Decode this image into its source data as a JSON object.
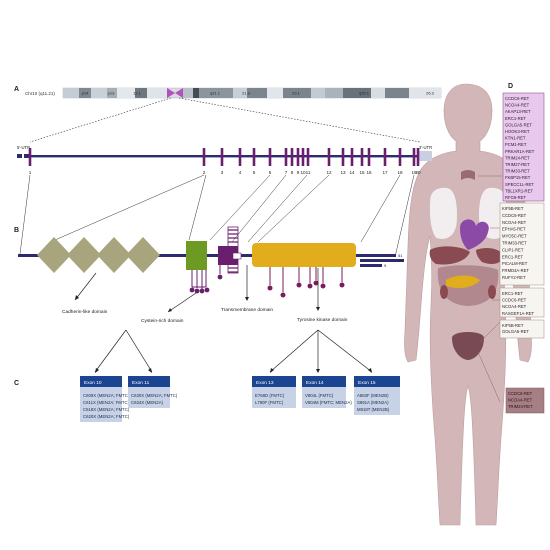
{
  "panels": {
    "a": "A",
    "b": "B",
    "c": "C",
    "d": "D"
  },
  "chromosome": {
    "label": "Chr10 (q11.21)",
    "bands": [
      "p14",
      "p13",
      "12.1",
      "q21.1",
      "21.3",
      "23.1",
      "q25.1",
      "26.3"
    ]
  },
  "gene": {
    "utr5": "5'-UTR",
    "utr3": "3'-UTR",
    "exons": [
      "1",
      "2",
      "3",
      "4",
      "5",
      "6",
      "7",
      "8",
      "9",
      "10",
      "11",
      "12",
      "13",
      "14",
      "15",
      "16",
      "17",
      "18",
      "19",
      "20"
    ]
  },
  "isoforms": [
    "51",
    "43",
    "9"
  ],
  "domains": {
    "cadherin": "Cadherin-like domain",
    "cysteine": "Cystein-rich domain",
    "transmembrane": "Transmembrane domain",
    "kinase": "Tyrosine kinase domain"
  },
  "exon_boxes": [
    {
      "title": "Exon 10",
      "lines": [
        "C609X (MEN2A; FMTC)",
        "C611X (MEN2A; FMTC)",
        "C618X (MEN2A; FMTC)",
        "C620X (MEN2A; FMTC)"
      ]
    },
    {
      "title": "Exon 11",
      "lines": [
        "C630X (MEN2A; FMTC)",
        "C634X (MEN2A)"
      ]
    },
    {
      "title": "Exon 13",
      "lines": [
        "E768D (FMTC)",
        "L790F (FMTC)"
      ]
    },
    {
      "title": "Exon 14",
      "lines": [
        "V804L (FMTC)",
        "V804M (FMTC; MEN2A)"
      ]
    },
    {
      "title": "Exon 15",
      "lines": [
        "A883F (MEN2B)",
        "S891A (MEN2A)",
        "M918T (MEN2B)"
      ]
    }
  ],
  "fusion_boxes": [
    {
      "items": [
        "CCDC6-RET",
        "NCOA4-RET",
        "AKAP13-RET",
        "ERC1-RET",
        "GOLGA5-RET",
        "HOOK3-RET",
        "KTN1-RET",
        "PCM1-RET",
        "PRKAR1A-RET",
        "TRIM24-RET",
        "TRIM27-RET",
        "TRIM33-RET",
        "FKBP15-RET",
        "SPECC1L-RET",
        "TBL1XR1-RET",
        "RFG9-RET"
      ]
    },
    {
      "items": [
        "KIF5B-RET",
        "CCDC6-RET",
        "NCOA4-RET",
        "EPHA5-RET",
        "MYO5C-RET",
        "TRIM33-RET",
        "CLIP1-RET",
        "ERC1-RET",
        "PICALM-RET",
        "FRMD4A-RET",
        "RUFY2-RET"
      ]
    },
    {
      "items": [
        "ERC1-RET",
        "CCDC6-RET",
        "NCOA4-RET",
        "RASGEF1A-RET"
      ]
    },
    {
      "items": [
        "KIF5B-RET",
        "GOLGA5-RET"
      ]
    },
    {
      "items": [
        "CCDC6-RET",
        "NCOA4-RET",
        "TRIM24-RET"
      ]
    }
  ],
  "colors": {
    "exon": "#6a1f6e",
    "intron": "#2e2a6e",
    "cadherin": "#a8a57e",
    "cysteine": "#6c9a22",
    "transmembrane": "#6a1f6e",
    "kinase": "#e2ad1c",
    "stem": "#7a1d5a",
    "exon_header": "#1b4591",
    "exon_body": "#c8d2e6",
    "body": "#d3b6b8"
  }
}
